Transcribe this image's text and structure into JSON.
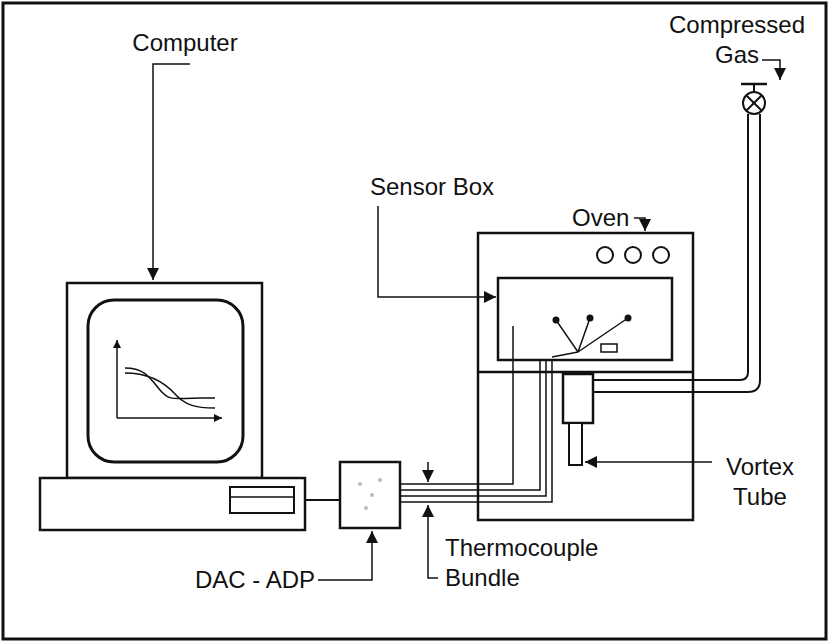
{
  "diagram": {
    "labels": [
      "Compressed Gas",
      "Computer",
      "Sensor Box",
      "Oven",
      "DAC - ADP",
      "Thermocouple Bundle",
      "Vortex Tube"
    ]
  }
}
